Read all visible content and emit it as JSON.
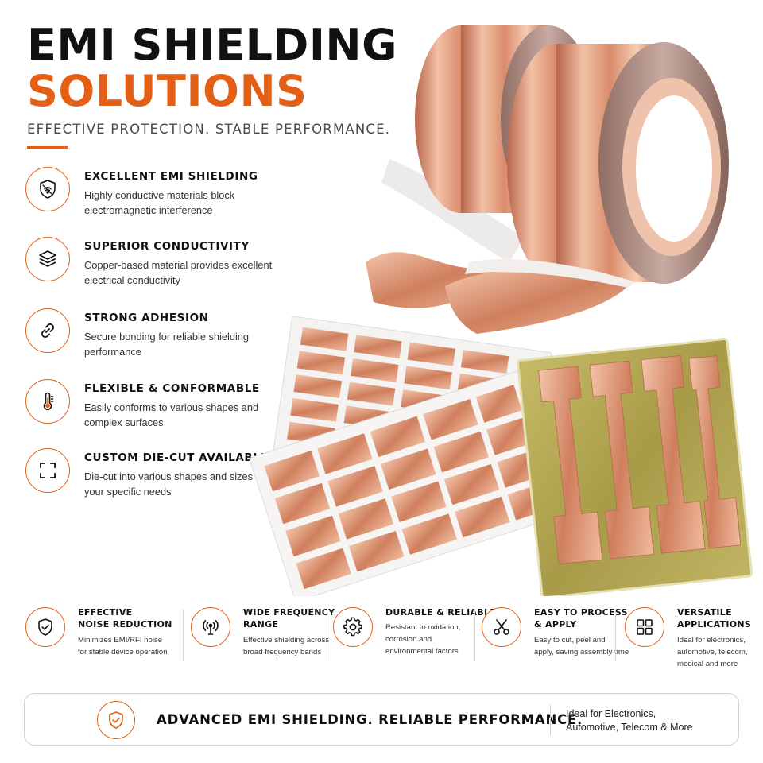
{
  "header": {
    "title_line1": "EMI SHIELDING",
    "title_line2": "SOLUTIONS",
    "tagline": "EFFECTIVE PROTECTION. STABLE PERFORMANCE."
  },
  "colors": {
    "accent": "#e35f16",
    "title": "#111111",
    "copper": "#d98b6a",
    "liner": "#b8ab52"
  },
  "features": [
    {
      "icon": "shield-wifi-icon",
      "title": "EXCELLENT EMI SHIELDING",
      "desc": "Highly conductive materials block electromagnetic interference"
    },
    {
      "icon": "layers-icon",
      "title": "SUPERIOR CONDUCTIVITY",
      "desc": "Copper-based material provides excellent electrical conductivity"
    },
    {
      "icon": "link-icon",
      "title": "STRONG ADHESION",
      "desc": "Secure bonding for reliable shielding performance"
    },
    {
      "icon": "thermometer-icon",
      "title": "FLEXIBLE & CONFORMABLE",
      "desc": "Easily conforms to various shapes and complex surfaces"
    },
    {
      "icon": "crop-frame-icon",
      "title": "CUSTOM DIE-CUT AVAILABLE",
      "desc": "Die-cut into various shapes and sizes to meet your specific needs"
    }
  ],
  "benefits": [
    {
      "icon": "shield-check-icon",
      "title": [
        "EFFECTIVE",
        "NOISE REDUCTION"
      ],
      "desc": [
        "Minimizes EMI/RFI noise",
        "for stable device operation"
      ]
    },
    {
      "icon": "signal-tower-icon",
      "title": [
        "WIDE FREQUENCY",
        "RANGE"
      ],
      "desc": [
        "Effective shielding across",
        "broad frequency bands"
      ]
    },
    {
      "icon": "gear-icon",
      "title": [
        "DURABLE & RELIABLE"
      ],
      "desc": [
        "Resistant to oxidation,",
        "corrosion and",
        "environmental factors"
      ]
    },
    {
      "icon": "scissors-icon",
      "title": [
        "EASY TO PROCESS",
        "& APPLY"
      ],
      "desc": [
        "Easy to cut, peel and",
        "apply, saving assembly time"
      ]
    },
    {
      "icon": "grid-apps-icon",
      "title": [
        "VERSATILE",
        "APPLICATIONS"
      ],
      "desc": [
        "Ideal for electronics,",
        "automotive, telecom,",
        "medical and more"
      ]
    }
  ],
  "banner": {
    "icon": "shield-check-icon",
    "text": "ADVANCED EMI SHIELDING. RELIABLE PERFORMANCE.",
    "note": [
      "Ideal for Electronics,",
      "Automotive, Telecom & More"
    ]
  }
}
